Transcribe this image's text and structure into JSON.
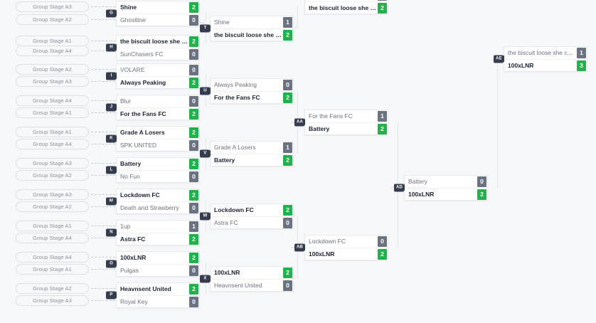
{
  "theme": {
    "background": "#f7f8fa",
    "card_background": "#ffffff",
    "win_score_color": "#22b24c",
    "lose_score_color": "#6b7280",
    "badge_color": "#343c4d",
    "winner_text_color": "#1c2333",
    "loser_text_color": "#6d7280",
    "connector_color": "#e2e5ea",
    "pill_border_color": "#dcdfe4",
    "pill_text_color": "#8a8f98"
  },
  "seeds": [
    {
      "label": "Group Stage A3"
    },
    {
      "label": "Group Stage A2"
    },
    {
      "label": "Group Stage A1"
    },
    {
      "label": "Group Stage A4"
    },
    {
      "label": "Group Stage A2"
    },
    {
      "label": "Group Stage A3"
    },
    {
      "label": "Group Stage A4"
    },
    {
      "label": "Group Stage A1"
    },
    {
      "label": "Group Stage A1"
    },
    {
      "label": "Group Stage A4"
    },
    {
      "label": "Group Stage A3"
    },
    {
      "label": "Group Stage A2"
    },
    {
      "label": "Group Stage A3"
    },
    {
      "label": "Group Stage A2"
    },
    {
      "label": "Group Stage A1"
    },
    {
      "label": "Group Stage A4"
    },
    {
      "label": "Group Stage A4"
    },
    {
      "label": "Group Stage A1"
    },
    {
      "label": "Group Stage A2"
    },
    {
      "label": "Group Stage A3"
    }
  ],
  "round1": [
    {
      "code": "G",
      "top": {
        "team": "Shine",
        "score": "2",
        "winner": true
      },
      "bottom": {
        "team": "Ghostline",
        "score": "0",
        "winner": false
      }
    },
    {
      "code": "H",
      "top": {
        "team": "the biscuit loose she c...",
        "score": "2",
        "winner": true
      },
      "bottom": {
        "team": "SunChasers FC",
        "score": "0",
        "winner": false
      }
    },
    {
      "code": "I",
      "top": {
        "team": "VOLARE",
        "score": "0",
        "winner": false
      },
      "bottom": {
        "team": "Always Peaking",
        "score": "2",
        "winner": true
      }
    },
    {
      "code": "J",
      "top": {
        "team": "Blur",
        "score": "0",
        "winner": false
      },
      "bottom": {
        "team": "For the Fans FC",
        "score": "2",
        "winner": true
      }
    },
    {
      "code": "K",
      "top": {
        "team": "Grade A Losers",
        "score": "2",
        "winner": true
      },
      "bottom": {
        "team": "SPK UNITED",
        "score": "0",
        "winner": false
      }
    },
    {
      "code": "L",
      "top": {
        "team": "Battery",
        "score": "2",
        "winner": true
      },
      "bottom": {
        "team": "No Fun",
        "score": "0",
        "winner": false
      }
    },
    {
      "code": "M",
      "top": {
        "team": "Lockdown FC",
        "score": "2",
        "winner": true
      },
      "bottom": {
        "team": "Death and Strawberry",
        "score": "0",
        "winner": false
      }
    },
    {
      "code": "N",
      "top": {
        "team": "1up",
        "score": "1",
        "winner": false
      },
      "bottom": {
        "team": "Astra FC",
        "score": "2",
        "winner": true
      }
    },
    {
      "code": "O",
      "top": {
        "team": "100xLNR",
        "score": "2",
        "winner": true
      },
      "bottom": {
        "team": "Pulgas",
        "score": "0",
        "winner": false
      }
    },
    {
      "code": "P",
      "top": {
        "team": "Heavnsent United",
        "score": "2",
        "winner": true
      },
      "bottom": {
        "team": "Royal Key",
        "score": "0",
        "winner": false
      }
    }
  ],
  "round2": [
    {
      "code": "T",
      "top": {
        "team": "Shine",
        "score": "1",
        "winner": false
      },
      "bottom": {
        "team": "the biscuit loose she c...",
        "score": "2",
        "winner": true
      }
    },
    {
      "code": "U",
      "top": {
        "team": "Always Peaking",
        "score": "0",
        "winner": false
      },
      "bottom": {
        "team": "For the Fans FC",
        "score": "2",
        "winner": true
      }
    },
    {
      "code": "V",
      "top": {
        "team": "Grade A Losers",
        "score": "1",
        "winner": false
      },
      "bottom": {
        "team": "Battery",
        "score": "2",
        "winner": true
      }
    },
    {
      "code": "W",
      "top": {
        "team": "Lockdown FC",
        "score": "2",
        "winner": true
      },
      "bottom": {
        "team": "Astra FC",
        "score": "0",
        "winner": false
      }
    },
    {
      "code": "X",
      "top": {
        "team": "100xLNR",
        "score": "2",
        "winner": true
      },
      "bottom": {
        "team": "Heavnsent United",
        "score": "0",
        "winner": false
      }
    }
  ],
  "round2_partial": {
    "code": "",
    "bottom": {
      "team": "the biscuit loose she c...",
      "score": "2",
      "winner": true
    }
  },
  "round3": [
    {
      "code": "AA",
      "top": {
        "team": "For the Fans FC",
        "score": "1",
        "winner": false
      },
      "bottom": {
        "team": "Battery",
        "score": "2",
        "winner": true
      }
    },
    {
      "code": "AB",
      "top": {
        "team": "Lockdown FC",
        "score": "0",
        "winner": false
      },
      "bottom": {
        "team": "100xLNR",
        "score": "2",
        "winner": true
      }
    }
  ],
  "round4": [
    {
      "code": "AD",
      "top": {
        "team": "Battery",
        "score": "0",
        "winner": false
      },
      "bottom": {
        "team": "100xLNR",
        "score": "2",
        "winner": true
      }
    }
  ],
  "round5": [
    {
      "code": "AE",
      "top": {
        "team": "the biscuit loose she c...",
        "score": "1",
        "winner": false
      },
      "bottom": {
        "team": "100xLNR",
        "score": "3",
        "winner": true
      }
    }
  ]
}
